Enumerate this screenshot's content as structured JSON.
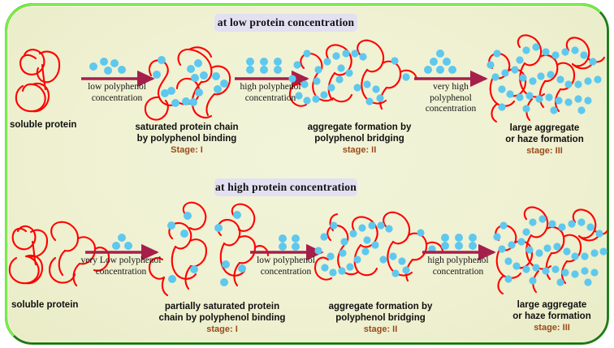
{
  "figure": {
    "title": "Mechanism of polyphenol-protein interaction and haze formation",
    "border_color": "#2e8b22",
    "background_color": "#eff1d2",
    "protein_chain_color": "#ff0000",
    "polyphenol_color": "#5ec8ee",
    "arrow_color": "#a61f4b",
    "stage_color": "#9c4a1a",
    "banner_color": "#e3e0f2"
  },
  "rows": [
    {
      "banner": "at low protein  concentration",
      "steps": [
        {
          "caption_lines": [
            "soluble protein"
          ],
          "stage": ""
        },
        {
          "caption_lines": [
            "saturated protein chain",
            "by polyphenol binding"
          ],
          "stage": "Stage: I"
        },
        {
          "caption_lines": [
            "aggregate  formation by",
            "polyphenol bridging"
          ],
          "stage": "stage: II"
        },
        {
          "caption_lines": [
            "large aggregate",
            "or haze formation"
          ],
          "stage": "stage: III"
        }
      ],
      "arrows": [
        {
          "label_lines": [
            "low polyphenol",
            "concentration"
          ],
          "dots": 5
        },
        {
          "label_lines": [
            "high polyphenol",
            "concentration"
          ],
          "dots": 6
        },
        {
          "label_lines": [
            "very high",
            "polyphenol",
            "concentration"
          ],
          "dots": 6
        }
      ]
    },
    {
      "banner": "at high protein  concentration",
      "steps": [
        {
          "caption_lines": [
            "soluble protein"
          ],
          "stage": ""
        },
        {
          "caption_lines": [
            "partially saturated protein",
            "chain by polyphenol binding"
          ],
          "stage": "stage: I"
        },
        {
          "caption_lines": [
            "aggregate  formation by",
            "polyphenol bridging"
          ],
          "stage": "stage: II"
        },
        {
          "caption_lines": [
            "large aggregate",
            "or haze formation"
          ],
          "stage": "stage: III"
        }
      ],
      "arrows": [
        {
          "label_lines": [
            "very Low polyphenol",
            "concentration"
          ],
          "dots": 3
        },
        {
          "label_lines": [
            "low polyphenol",
            "concentration"
          ],
          "dots": 4
        },
        {
          "label_lines": [
            "high  polyphenol",
            "concentration"
          ],
          "dots": 6
        }
      ]
    }
  ]
}
